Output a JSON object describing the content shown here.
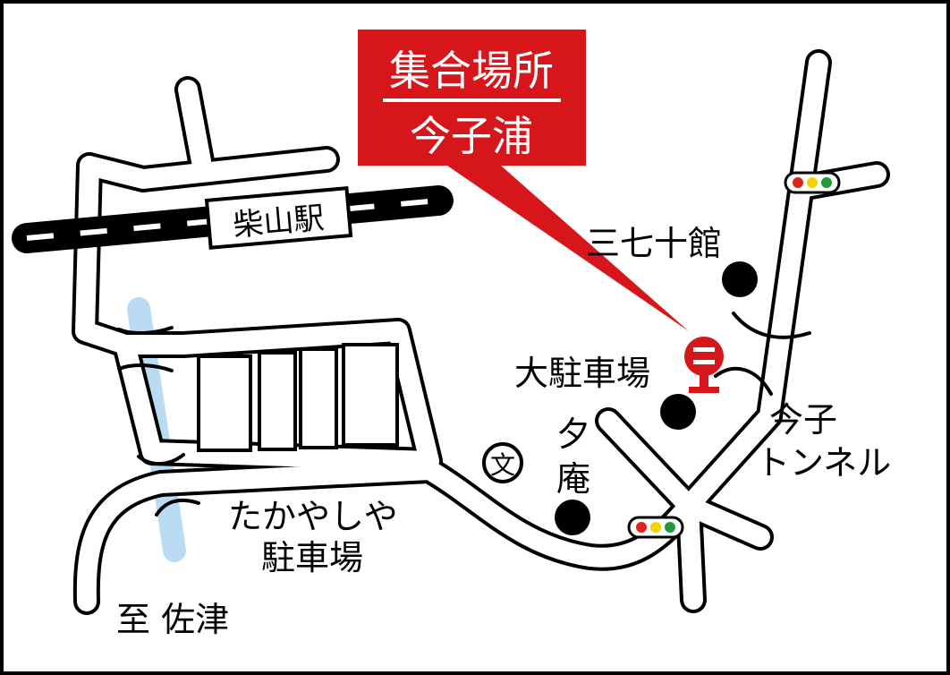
{
  "colors": {
    "accent_red": "#d7161b",
    "river_blue": "#b9dcf2",
    "signal_red": "#e2231a",
    "signal_yellow": "#f6d300",
    "signal_green": "#1f9b3c",
    "ink": "#000000"
  },
  "callout": {
    "line1": "集合場所",
    "line2": "今子浦"
  },
  "labels": {
    "station": "柴山駅",
    "sanshichijukan": "三七十館",
    "dai_parking": "大駐車場",
    "yu_an_1": "夕",
    "yu_an_2": "庵",
    "school_symbol": "文",
    "takayashiya_1": "たかやしや",
    "takayashiya_2": "駐車場",
    "tunnel_1": "今子",
    "tunnel_2": "トンネル",
    "to_sazu": "至 佐津"
  },
  "icons": {
    "bus_stop": "bus-stop-icon",
    "school": "school-symbol-icon",
    "traffic_light": "traffic-light-icon",
    "landmark": "landmark-dot-icon"
  }
}
